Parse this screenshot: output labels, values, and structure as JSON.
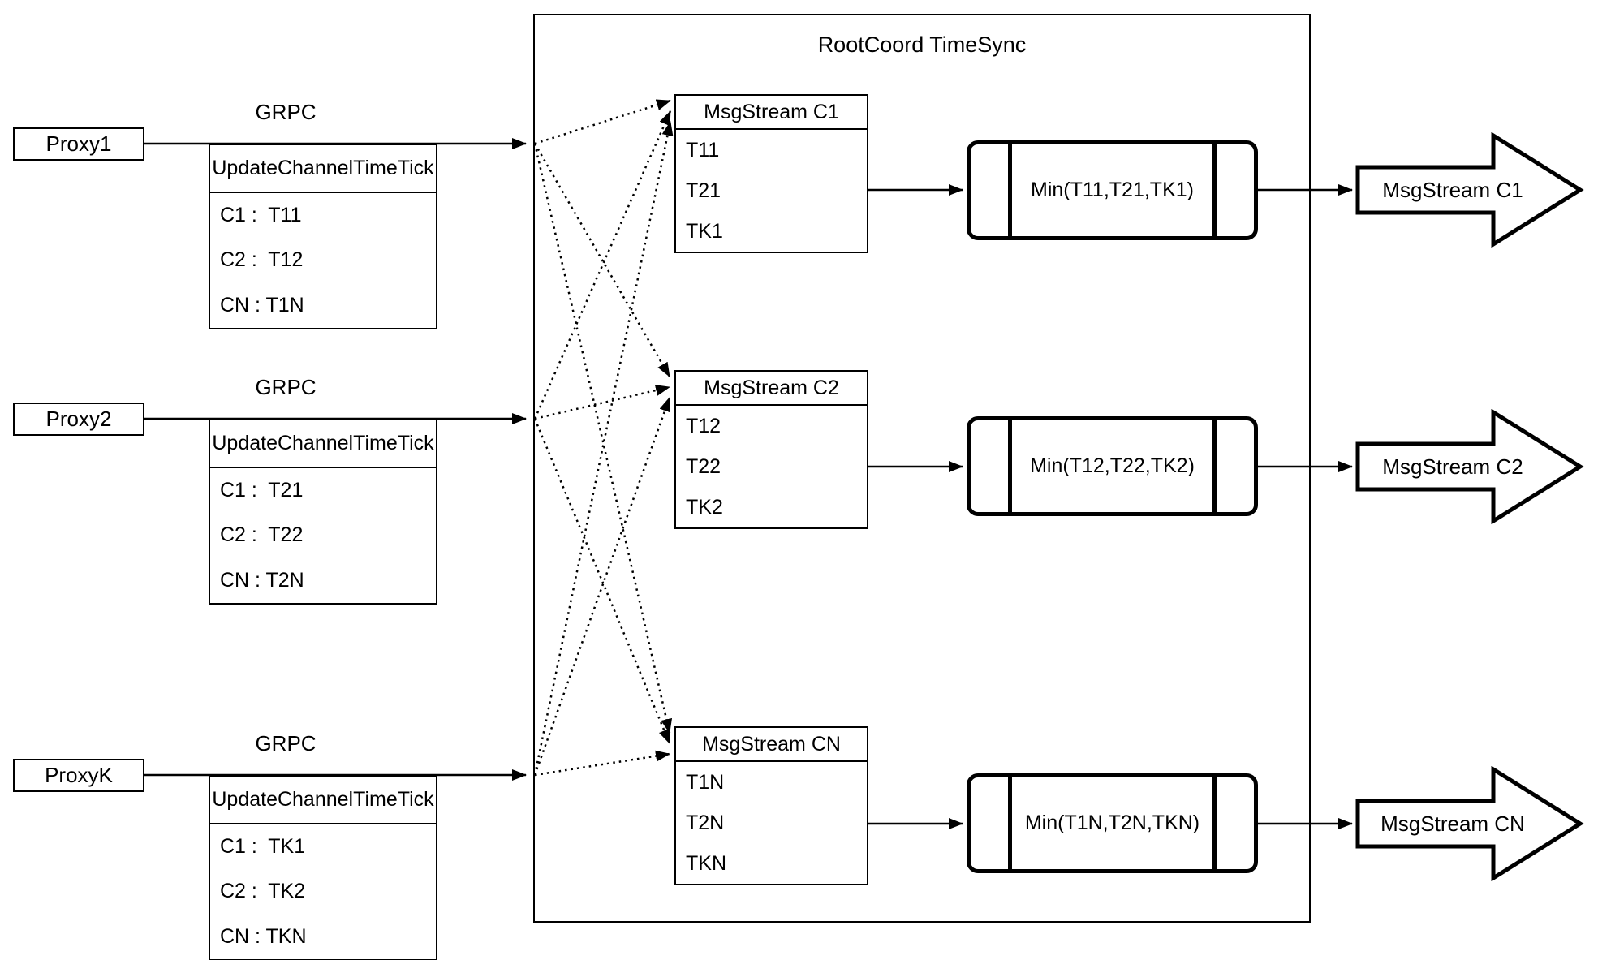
{
  "rootcoord": {
    "title": "RootCoord TimeSync"
  },
  "proxies": [
    {
      "name": "Proxy1",
      "protocol_label": "GRPC",
      "table": {
        "title": "UpdateChannelTimeTick",
        "rows": [
          "C1 :  T11",
          "C2 :  T12",
          "CN : T1N"
        ]
      }
    },
    {
      "name": "Proxy2",
      "protocol_label": "GRPC",
      "table": {
        "title": "UpdateChannelTimeTick",
        "rows": [
          "C1 :  T21",
          "C2 :  T22",
          "CN : T2N"
        ]
      }
    },
    {
      "name": "ProxyK",
      "protocol_label": "GRPC",
      "table": {
        "title": "UpdateChannelTimeTick",
        "rows": [
          "C1 :  TK1",
          "C2 :  TK2",
          "CN : TKN"
        ]
      }
    }
  ],
  "msgstreams": [
    {
      "title": "MsgStream C1",
      "rows": [
        "T11",
        "T21",
        "TK1"
      ]
    },
    {
      "title": "MsgStream C2",
      "rows": [
        "T12",
        "T22",
        "TK2"
      ]
    },
    {
      "title": "MsgStream CN",
      "rows": [
        "T1N",
        "T2N",
        "TKN"
      ]
    }
  ],
  "min_boxes": [
    {
      "label": "Min(T11,T21,TK1)"
    },
    {
      "label": "Min(T12,T22,TK2)"
    },
    {
      "label": "Min(T1N,T2N,TKN)"
    }
  ],
  "output_arrows": [
    {
      "label": "MsgStream C1"
    },
    {
      "label": "MsgStream C2"
    },
    {
      "label": "MsgStream CN"
    }
  ],
  "colors": {
    "stroke": "#000000",
    "background": "#ffffff"
  }
}
